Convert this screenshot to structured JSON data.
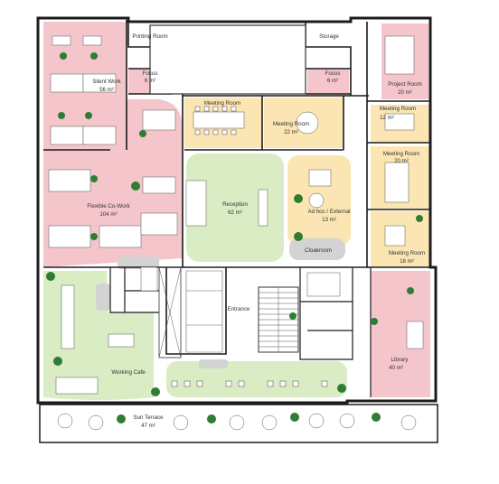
{
  "colors": {
    "pink": "#f4c6cc",
    "yellow": "#fbe6b3",
    "green": "#d9ecc4",
    "grey": "#d3d3d3",
    "wall": "#1c1c1c",
    "plant": "#2e7d32"
  },
  "icons": [
    "desk-icon",
    "chair-icon",
    "plant-icon",
    "table-icon",
    "stair-icon",
    "door-swing-icon"
  ],
  "rooms": {
    "printing": "Printing Room",
    "storage": "Storage",
    "silent_work": {
      "name": "Silent Work",
      "area": "56 m²"
    },
    "focus_left": {
      "name": "Focus",
      "area": "6 m²"
    },
    "focus_right": {
      "name": "Focus",
      "area": "6 m²"
    },
    "project": {
      "name": "Project Room",
      "area": "20 m²"
    },
    "meeting_top": "Meeting Room",
    "meeting_22": {
      "name": "Meeting Room",
      "area": "22 m²"
    },
    "meeting_right_small": {
      "name": "Meeting Room",
      "area": "12 m²"
    },
    "meeting_right_20": {
      "name": "Meeting Room",
      "area": "20 m²"
    },
    "meeting_right_18": {
      "name": "Meeting Room",
      "area": "18 m²"
    },
    "coworking": {
      "name": "Flexible Co-Work",
      "area": "104 m²"
    },
    "reception": {
      "name": "Reception",
      "area": "62 m²"
    },
    "adhoc": {
      "name": "Ad hoc / External",
      "area": "13 m²"
    },
    "cloakroom": "Cloakroom",
    "entrance": "Entrance",
    "working_cafe": "Working Cafe",
    "library": {
      "name": "Library",
      "area": "40 m²"
    },
    "terrace": {
      "name": "Sun Terrace",
      "area": "47 m²"
    }
  }
}
